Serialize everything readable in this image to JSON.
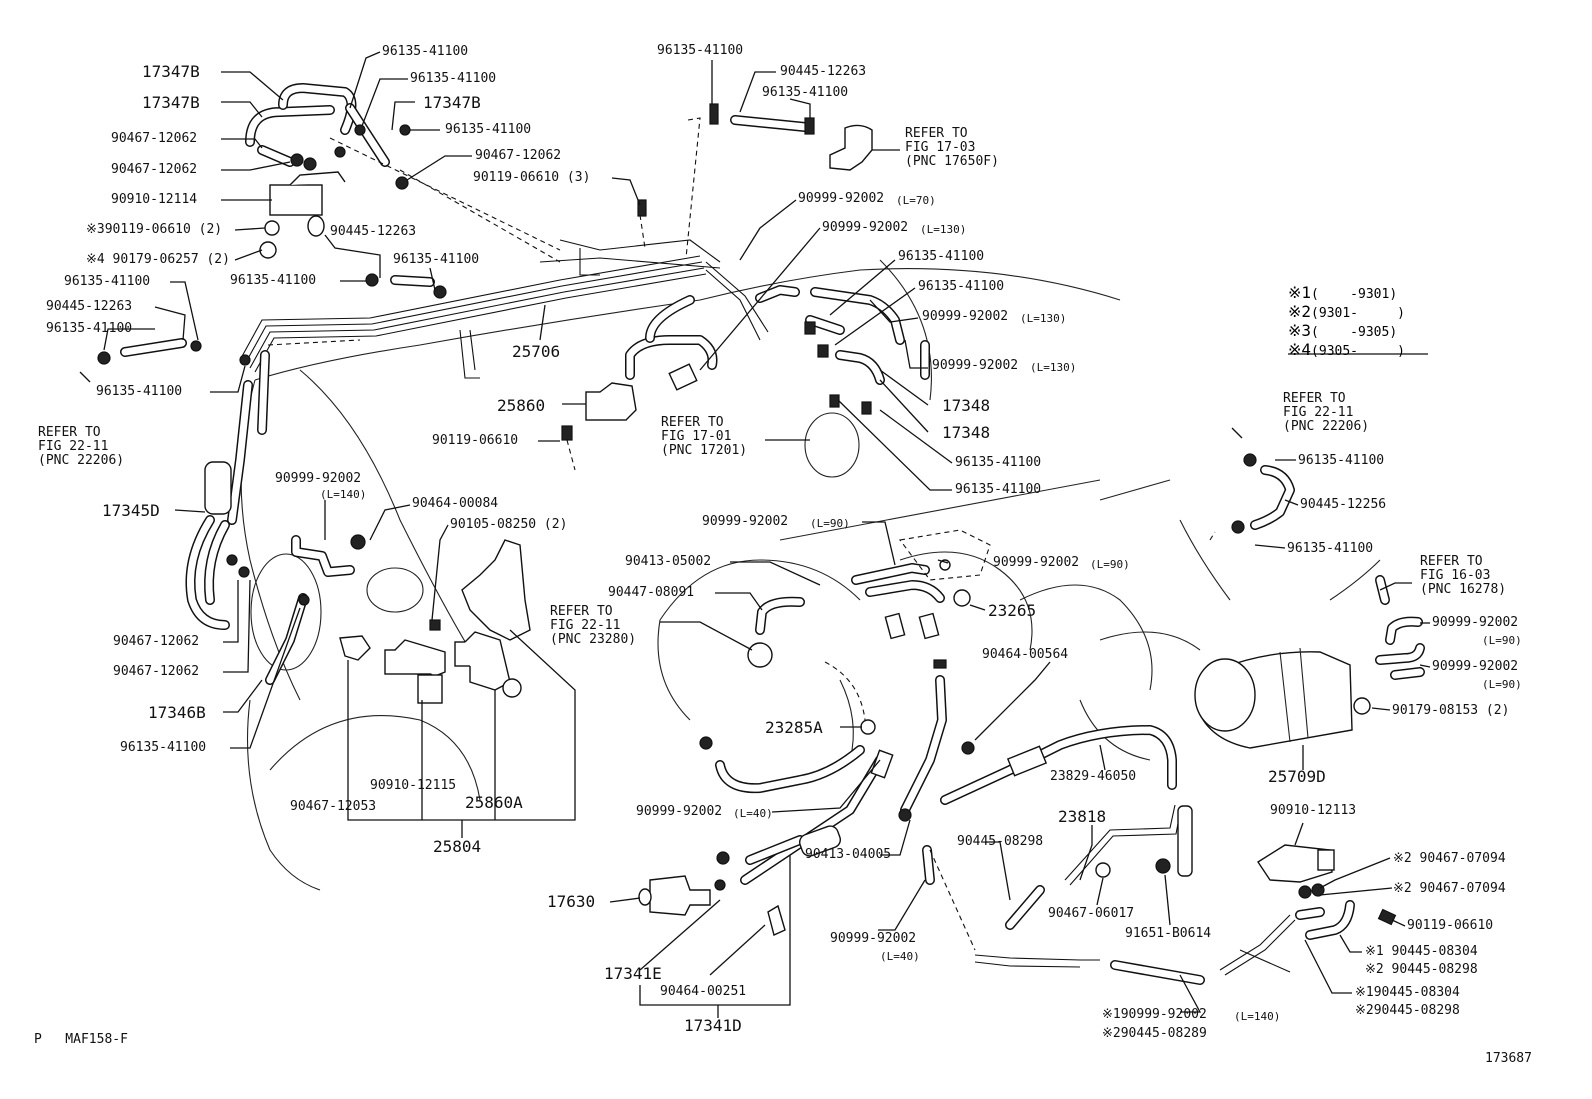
{
  "diagram_id": "173687",
  "footer_code": "P   MAF158-F",
  "labels": {
    "a1": "17347B",
    "a2": "17347B",
    "a3": "90467-12062",
    "a4": "90467-12062",
    "a5": "90910-12114",
    "a6": "※390119-06610 (2)",
    "a7": "※4 90179-06257 (2)",
    "a8": "96135-41100",
    "a9": "90445-12263",
    "a10": "96135-41100",
    "a11": "96135-41100",
    "b1": "96135-41100",
    "b2": "96135-41100",
    "b3": "17347B",
    "b4": "96135-41100",
    "b5": "90467-12062",
    "b6": "90119-06610 (3)",
    "b7": "90445-12263",
    "b8": "96135-41100",
    "b9": "96135-41100",
    "b10": "25706",
    "c1": "96135-41100",
    "c2": "90445-12263",
    "c3": "96135-41100",
    "c4": "90999-92002",
    "c4l": "(L=70)",
    "c5": "90999-92002",
    "c5l": "(L=130)",
    "c6": "96135-41100",
    "c7": "96135-41100",
    "c8": "90999-92002",
    "c8l": "(L=130)",
    "c9": "90999-92002",
    "c9l": "(L=130)",
    "c10": "17348",
    "c11": "17348",
    "c12": "96135-41100",
    "c13": "96135-41100",
    "d1": "25860",
    "d2": "90119-06610",
    "e1": "17345D",
    "e2": "90999-92002",
    "e2l": "(L=140)",
    "e3": "90464-00084",
    "e4": "90105-08250 (2)",
    "e5": "90467-12062",
    "e6": "90467-12062",
    "e7": "17346B",
    "e8": "96135-41100",
    "e9": "90910-12115",
    "e10": "25860A",
    "e11": "90467-12053",
    "e12": "25804",
    "f1": "90999-92002",
    "f1l": "(L=90)",
    "f2": "90413-05002",
    "f3": "90999-92002",
    "f3l": "(L=90)",
    "f4": "90447-08091",
    "f5": "23265",
    "f6": "90464-00564",
    "f7": "23285A",
    "f8": "23829-46050",
    "f9": "90999-92002",
    "f9l": "(L=40)",
    "f10": "23818",
    "f11": "90445-08298",
    "f12": "90413-04005",
    "f13": "90467-06017",
    "f14": "91651-B0614",
    "f15": "90999-92002",
    "f15l": "(L=40)",
    "f16": "17630",
    "f17": "17341E",
    "f18": "90464-00251",
    "f19": "17341D",
    "f20": "※190999-92002",
    "f20l": "(L=140)",
    "f21": "※290445-08289",
    "g1": "96135-41100",
    "g2": "90445-12256",
    "g3": "96135-41100",
    "g4": "90999-92002",
    "g4l": "(L=90)",
    "g5": "90999-92002",
    "g5l": "(L=90)",
    "g6": "90179-08153 (2)",
    "g7": "25709D",
    "g8": "90910-12113",
    "g9": "※2 90467-07094",
    "g10": "※2 90467-07094",
    "g11": "90119-06610",
    "g12": "※1 90445-08304",
    "g13": "※2 90445-08298",
    "g14": "※190445-08304",
    "g15": "※290445-08298"
  },
  "refs": {
    "r1": "REFER TO\nFIG 17-03\n(PNC 17650F)",
    "r2": "REFER TO\nFIG 22-11\n(PNC 22206)",
    "r3": "REFER TO\nFIG 17-01\n(PNC 17201)",
    "r4": "REFER TO\nFIG 22-11\n(PNC 23280)",
    "r5": "REFER TO\nFIG 22-11\n(PNC 22206)",
    "r6": "REFER TO\nFIG 16-03\n(PNC 16278)"
  },
  "key": {
    "k1m": "※1",
    "k1": "(    -9301)",
    "k2m": "※2",
    "k2": "(9301-     )",
    "k3m": "※3",
    "k3": "(    -9305)",
    "k4m": "※4",
    "k4": "(9305-     )"
  }
}
